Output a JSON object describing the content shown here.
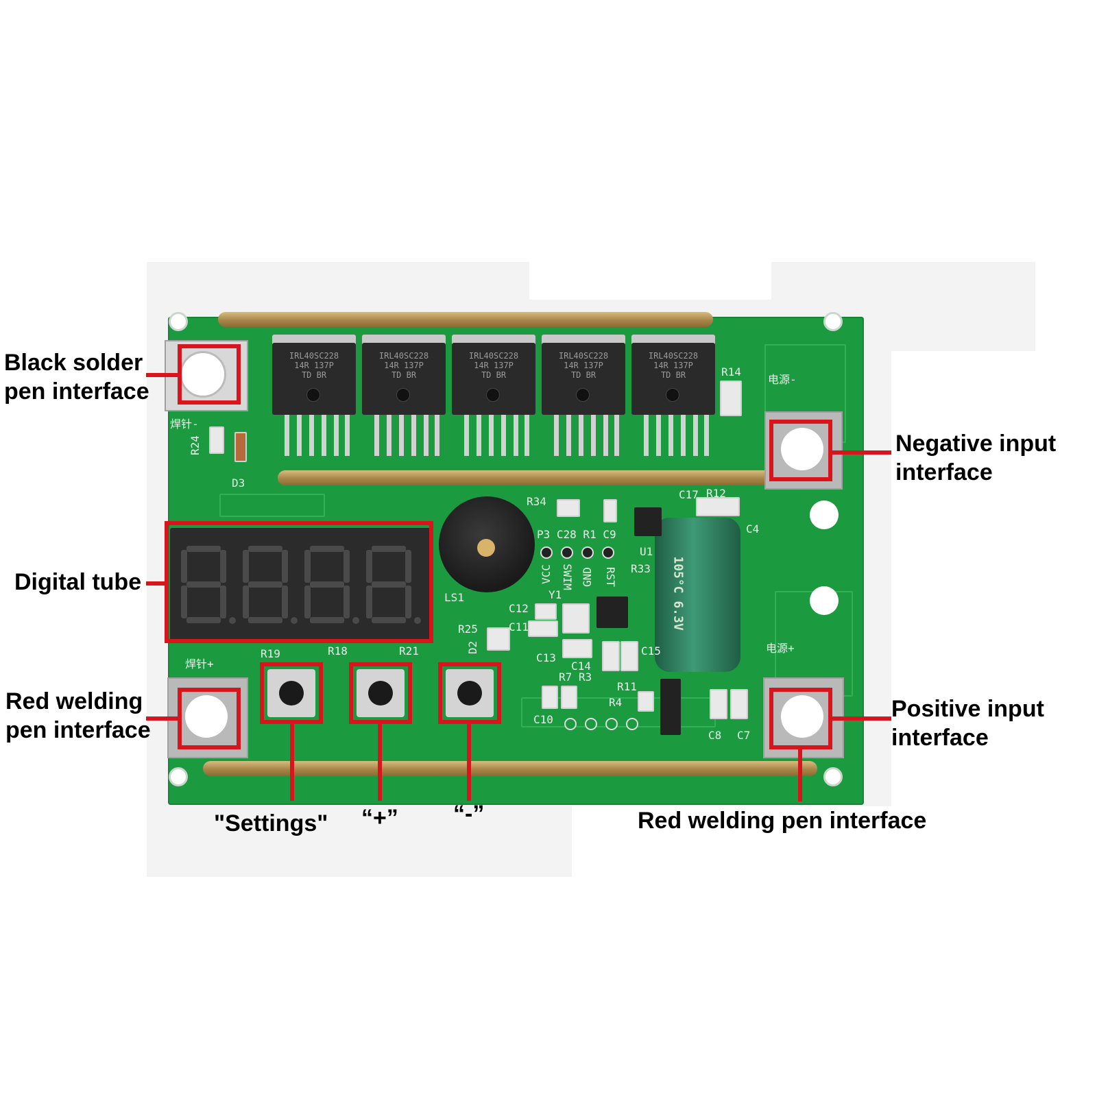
{
  "labels": {
    "black_solder": [
      "Black solder",
      "pen interface"
    ],
    "negative_input": [
      "Negative input",
      "interface"
    ],
    "digital_tube": "Digital tube",
    "red_welding_left": [
      "Red welding",
      "pen interface"
    ],
    "positive_input": [
      "Positive input",
      "interface"
    ],
    "settings": "\"Settings\"",
    "plus": "“+”",
    "minus": "“-”",
    "red_welding_bottom": "Red welding pen interface"
  },
  "board_marks": {
    "top_left": "焊针-",
    "bottom_left": "焊针+",
    "power_neg": "电源-",
    "power_pos": "电源+",
    "r24": "R24",
    "d3": "D3",
    "r14": "R14",
    "r34": "R34",
    "c17": "C17",
    "r12": "R12",
    "c4": "C4",
    "p3_row": "P3 C28 R1 C9",
    "u1": "U1",
    "r33": "R33",
    "ls1": "LS1",
    "vcc": "VCC",
    "swim": "SWIM",
    "gnd": "GND",
    "rst": "RST",
    "y1": "Y1",
    "c12": "C12",
    "r25": "R25",
    "c11": "C11",
    "d2": "D2",
    "c13": "C13",
    "c14": "C14",
    "c15": "C15",
    "r19": "R19",
    "r18": "R18",
    "r21": "R21",
    "r7r3": "R7 R3",
    "r11": "R11",
    "r4": "R4",
    "c10": "C10",
    "c8": "C8",
    "c7": "C7"
  },
  "mosfet_text": {
    "line1": "IRL40SC228",
    "line2": "14R  137P",
    "line3": "TD   BR"
  },
  "capacitor_text": "105°C 6.3V",
  "colors": {
    "highlight": "#d8141c",
    "pcb": "#1c9a40",
    "rail": "#b8954f"
  }
}
